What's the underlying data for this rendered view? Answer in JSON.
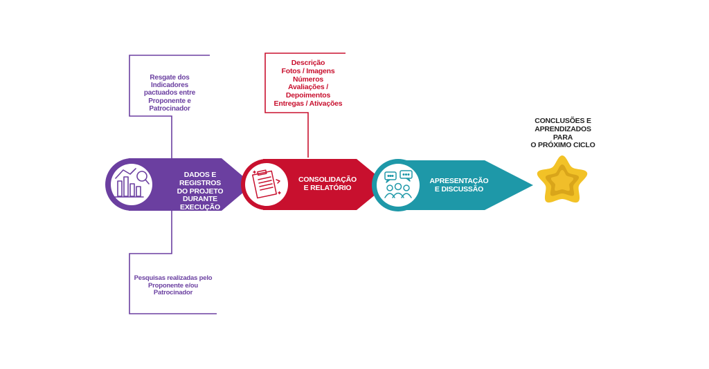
{
  "colors": {
    "purple": "#6b3fa0",
    "red": "#c8102e",
    "teal": "#1e98a8",
    "star": "#f2c227",
    "icon_line_purple": "#6b3fa0",
    "icon_line_red": "#c8102e",
    "icon_line_teal": "#1e98a8"
  },
  "stages": [
    {
      "lines": [
        "DADOS E REGISTROS",
        "DO PROJETO",
        "DURANTE EXECUÇÃO"
      ],
      "icon": "bar-chart-magnifier-icon"
    },
    {
      "lines": [
        "CONSOLIDAÇÃO",
        "E RELATÓRIO"
      ],
      "icon": "clipboard-document-icon"
    },
    {
      "lines": [
        "APRESENTAÇÃO",
        "E DISCUSSÃO"
      ],
      "icon": "people-discussion-icon"
    }
  ],
  "notes": {
    "top_purple": [
      "Resgate dos Indicadores",
      "pactuados entre",
      "Proponente e Patrocinador"
    ],
    "bottom_purple": [
      "Pesquisas realizadas pelo",
      "Proponente e/ou Patrocinador"
    ],
    "top_red": [
      "Descrição",
      "Fotos / Imagens",
      "Números",
      "Avaliações / Depoimentos",
      "Entregas / Ativações"
    ]
  },
  "conclusion": {
    "lines": [
      "CONCLUSÕES E",
      "APRENDIZADOS PARA",
      "O PRÓXIMO CICLO"
    ],
    "icon": "star-icon"
  }
}
